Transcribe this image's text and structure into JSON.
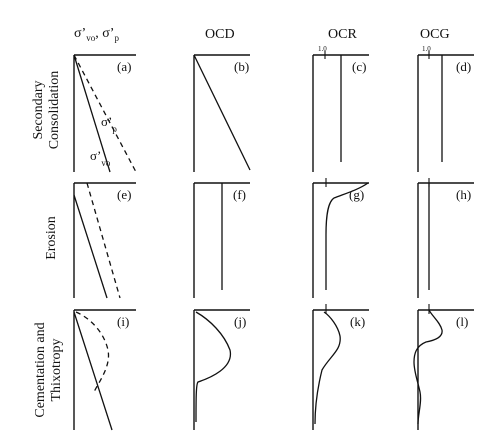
{
  "column_headers": {
    "stress": {
      "sigma1": "σ’",
      "sub1": "vo",
      "sep": ", ",
      "sigma2": "σ’",
      "sub2": "p"
    },
    "ocd": "OCD",
    "ocr": "OCR",
    "ocg": "OCG"
  },
  "row_labels": {
    "secondary": [
      "Secondary",
      "Consolidation"
    ],
    "erosion": [
      "Erosion"
    ],
    "cementation": [
      "Cementation and",
      "Thixotropy"
    ]
  },
  "curve_labels": {
    "sigma_p": {
      "sigma": "σ’",
      "sub": "p"
    },
    "sigma_vo": {
      "sigma": "σ’",
      "sub": "vo"
    }
  },
  "scale_marks": {
    "ocr": "1.0",
    "ocg": "1.0"
  },
  "panels": [
    {
      "id": "a",
      "label": "(a)"
    },
    {
      "id": "b",
      "label": "(b)"
    },
    {
      "id": "c",
      "label": "(c)"
    },
    {
      "id": "d",
      "label": "(d)"
    },
    {
      "id": "e",
      "label": "(e)"
    },
    {
      "id": "f",
      "label": "(f)"
    },
    {
      "id": "g",
      "label": "(g)"
    },
    {
      "id": "h",
      "label": "(h)"
    },
    {
      "id": "i",
      "label": "(i)"
    },
    {
      "id": "j",
      "label": "(j)"
    },
    {
      "id": "k",
      "label": "(k)"
    },
    {
      "id": "l",
      "label": "(l)"
    }
  ]
}
